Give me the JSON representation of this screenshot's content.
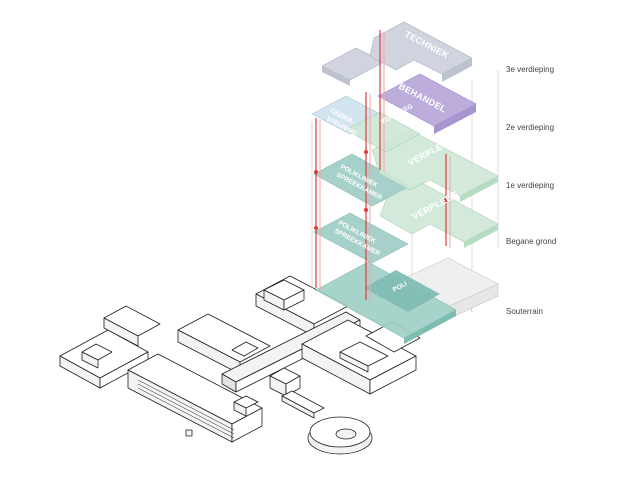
{
  "floors": [
    {
      "label": "3e verdieping"
    },
    {
      "label": "2e verdieping"
    },
    {
      "label": "1e verdieping"
    },
    {
      "label": "Begane grond"
    },
    {
      "label": "Souterrain"
    }
  ],
  "zones": {
    "techniek": {
      "label": "TECHNIEK",
      "color": "#cfd4de"
    },
    "behandel": {
      "label": "BEHANDEL",
      "color": "#b9a9dc"
    },
    "ondersteuning_1": {
      "label": "ONDER-",
      "color": "#cfe3ee"
    },
    "ondersteuning_2": {
      "label": "STEUNING",
      "color": "#cfe3ee"
    },
    "verpleeg_small": {
      "label": "VERPLEEG",
      "color": "#cfe8d6"
    },
    "verpleeg_1": {
      "label": "VERPLEEG",
      "color": "#cfe8d6"
    },
    "verpleeg_2": {
      "label": "VERPLEEG",
      "color": "#cfe8d6"
    },
    "polikliniek_1a": {
      "label": "POLIKLINIEK",
      "color": "#9ccdc5"
    },
    "polikliniek_1b": {
      "label": "SPREEKKAMER",
      "color": "#9ccdc5"
    },
    "polikliniek_2a": {
      "label": "POLIKLINIEK",
      "color": "#9ccdc5"
    },
    "polikliniek_2b": {
      "label": "SPREEKKAMER",
      "color": "#9ccdc5"
    },
    "poli": {
      "label": "POLI",
      "color": "#7fbdb2"
    }
  },
  "colors": {
    "core": "#e23b3b",
    "outline": "#1e1e1e"
  }
}
